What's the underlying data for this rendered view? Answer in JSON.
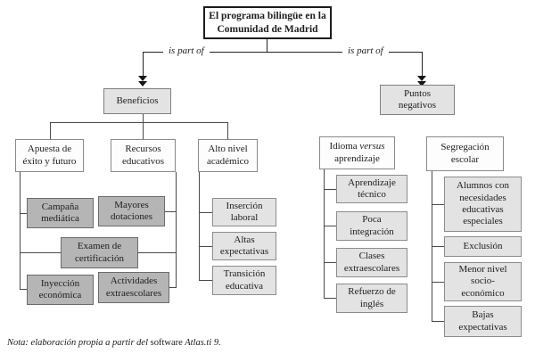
{
  "root": {
    "label": "El programa bilingüe en la Comunidad de Madrid"
  },
  "edges": {
    "left_label": "is part of",
    "right_label": "is part of"
  },
  "level1": {
    "beneficios": "Beneficios",
    "puntos_negativos": "Puntos negativos"
  },
  "categories": {
    "apuesta": "Apuesta de éxito y futuro",
    "recursos": "Recursos educativos",
    "alto_nivel": "Alto nivel académico",
    "idioma": {
      "pre": "Idioma",
      "italic": " versus",
      "post": " aprendizaje"
    },
    "segregacion": "Segregación escolar"
  },
  "items": {
    "apuesta_recursos": {
      "campana": "Campaña mediática",
      "mayores": "Mayores dotaciones",
      "examen": "Examen de certificación",
      "inyeccion": "Inyección económica",
      "actividades": "Actividades extraescolares"
    },
    "alto_nivel": [
      "Inserción laboral",
      "Altas expectativas",
      "Transición educativa"
    ],
    "idioma": [
      "Aprendizaje técnico",
      "Poca integración",
      "Clases extraescolares",
      "Refuerzo de inglés"
    ],
    "segregacion": [
      "Alumnos con necesidades educativas especiales",
      "Exclusión",
      "Menor nivel socio-económico",
      "Bajas expectativas"
    ]
  },
  "note": {
    "italic_start": "Nota: elaboración propia a partir del ",
    "roman": "software",
    "italic_end": " Atlas.ti 9."
  },
  "colors": {
    "node_light_fill": "#e3e3e3",
    "node_dark_fill": "#b5b5b5",
    "node_white_fill": "#fdfdfd",
    "line": "#4a4a4a",
    "root_border": "#1c1c1c"
  }
}
